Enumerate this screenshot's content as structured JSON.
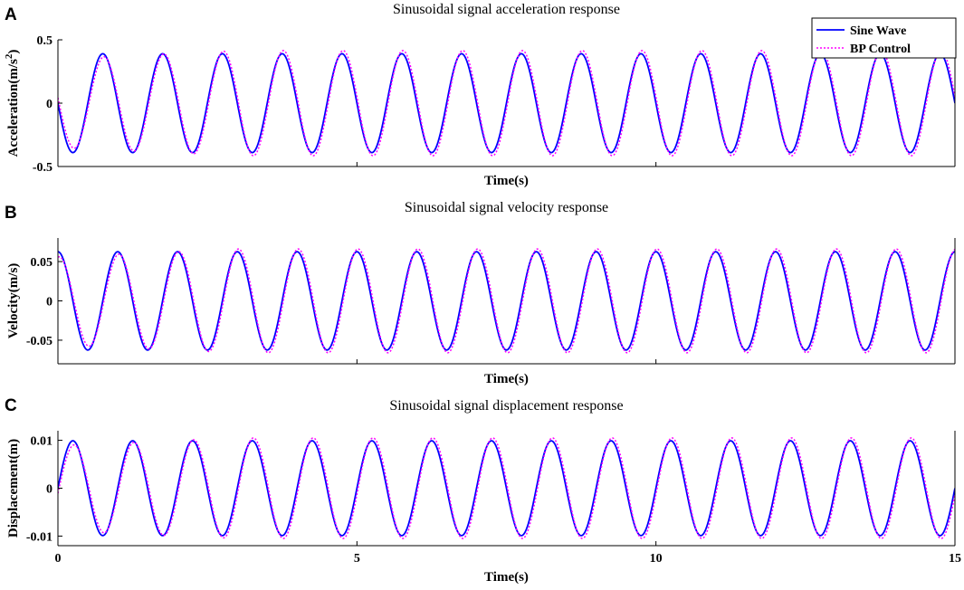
{
  "colors": {
    "sine": "#0000ff",
    "bp": "#ff00ff",
    "axis": "#000000"
  },
  "legend": {
    "placement": "top-right",
    "entries": [
      "Sine Wave",
      "BP Control"
    ]
  },
  "chart_data": [
    {
      "panel": "A",
      "type": "line",
      "title": "Sinusoidal signal acceleration response",
      "xlabel": "Time(s)",
      "ylabel": "Acceleration(m/s",
      "ylabel_sup": "2",
      "ylabel_end": ")",
      "xlim": [
        0,
        15
      ],
      "ylim": [
        -0.5,
        0.5
      ],
      "yticks": [
        -0.5,
        0,
        0.5
      ],
      "ytick_labels": [
        "-0.5",
        "0",
        "0.5"
      ],
      "xticks": [
        0,
        5,
        10,
        15
      ],
      "xtick_labels": [],
      "frequency_hz": 1,
      "series": [
        {
          "name": "Sine Wave",
          "waveform": "sine",
          "amplitude": 0.39,
          "phase": 3.14159,
          "start_amplitude": 0.39,
          "ramp_s": 0
        },
        {
          "name": "BP Control",
          "waveform": "sine",
          "amplitude": 0.415,
          "phase": 3.02,
          "start_amplitude": 0.35,
          "ramp_s": 3
        }
      ]
    },
    {
      "panel": "B",
      "type": "line",
      "title": "Sinusoidal signal velocity response",
      "xlabel": "Time(s)",
      "ylabel": "Velocity(m/s)",
      "ylabel_sup": "",
      "ylabel_end": "",
      "xlim": [
        0,
        15
      ],
      "ylim": [
        -0.08,
        0.08
      ],
      "yticks": [
        -0.05,
        0,
        0.05
      ],
      "ytick_labels": [
        "-0.05",
        "0",
        "0.05"
      ],
      "xticks": [
        0,
        5,
        10,
        15
      ],
      "xtick_labels": [],
      "frequency_hz": 1,
      "series": [
        {
          "name": "Sine Wave",
          "waveform": "cosine",
          "amplitude": 0.0625,
          "phase": 0,
          "start_amplitude": 0.0625,
          "ramp_s": 0
        },
        {
          "name": "BP Control",
          "waveform": "cosine",
          "amplitude": 0.066,
          "phase": -0.12,
          "start_amplitude": 0.056,
          "ramp_s": 3
        }
      ]
    },
    {
      "panel": "C",
      "type": "line",
      "title": "Sinusoidal signal displacement response",
      "xlabel": "Time(s)",
      "ylabel": "Displacement(m)",
      "ylabel_sup": "",
      "ylabel_end": "",
      "xlim": [
        0,
        15
      ],
      "ylim": [
        -0.012,
        0.012
      ],
      "yticks": [
        -0.01,
        0,
        0.01
      ],
      "ytick_labels": [
        "-0.01",
        "0",
        "0.01"
      ],
      "xticks": [
        0,
        5,
        10,
        15
      ],
      "xtick_labels": [
        "0",
        "5",
        "10",
        "15"
      ],
      "frequency_hz": 1,
      "series": [
        {
          "name": "Sine Wave",
          "waveform": "sine",
          "amplitude": 0.0099,
          "phase": 0,
          "start_amplitude": 0.0099,
          "ramp_s": 0
        },
        {
          "name": "BP Control",
          "waveform": "sine",
          "amplitude": 0.0105,
          "phase": -0.12,
          "start_amplitude": 0.0089,
          "ramp_s": 3
        }
      ]
    }
  ]
}
